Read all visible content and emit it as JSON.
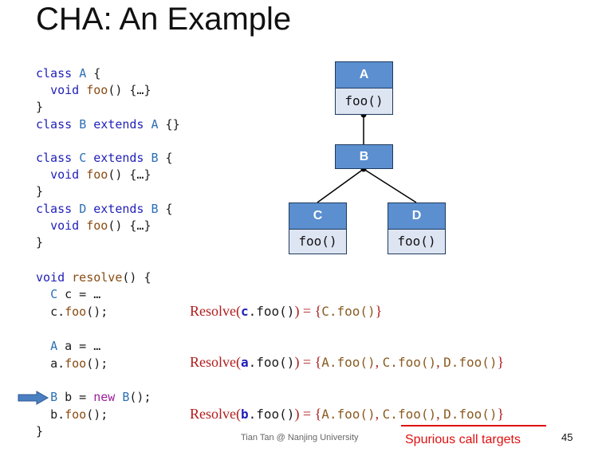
{
  "title": "CHA: An Example",
  "code": {
    "a1": "class",
    "a2": "A",
    "a3": " {",
    "a4": "void",
    "a5": "foo",
    "a6": "() {…}",
    "a7": "}",
    "b1": "class",
    "b2": "B",
    "b3": "extends",
    "b4": "A",
    "b5": " {}",
    "c1": "class",
    "c2": "C",
    "c3": "extends",
    "c4": "B",
    "c5": " {",
    "c6": "void",
    "c7": "foo",
    "c8": "() {…}",
    "c9": "}",
    "d1": "class",
    "d2": "D",
    "d3": "extends",
    "d4": "B",
    "d5": " {",
    "d6": "void",
    "d7": "foo",
    "d8": "() {…}",
    "d9": "}",
    "r1": "void",
    "r2": "resolve",
    "r3": "() {",
    "r4": "C",
    "r5": " c = …",
    "r6": "c.",
    "r7": "foo",
    "r8": "();",
    "r9": "A",
    "r10": " a = …",
    "r11": "a.",
    "r12": "foo",
    "r13": "();",
    "r14": "B",
    "r15": " b = ",
    "r16": "new",
    "r17": " B",
    "r18": "();",
    "r19": "b.",
    "r20": "foo",
    "r21": "();",
    "r22": "}"
  },
  "hierarchy": {
    "A": {
      "name": "A",
      "method": "foo()"
    },
    "B": {
      "name": "B"
    },
    "C": {
      "name": "C",
      "method": "foo()"
    },
    "D": {
      "name": "D",
      "method": "foo()"
    }
  },
  "resolves": {
    "c": {
      "label": "Resolve",
      "open": "(",
      "var": "c",
      "call": ".foo()",
      "close": ") = {",
      "targets": [
        "C.foo()"
      ],
      "end": "}"
    },
    "a": {
      "label": "Resolve",
      "open": "(",
      "var": "a",
      "call": ".foo()",
      "close": ") = {",
      "targets": [
        "A.foo()",
        "C.foo()",
        "D.foo()"
      ],
      "end": "}"
    },
    "b": {
      "label": "Resolve",
      "open": "(",
      "var": "b",
      "call": ".foo()",
      "close": ") = {",
      "targets": [
        "A.foo()",
        "C.foo()",
        "D.foo()"
      ],
      "end": "}"
    }
  },
  "footer": "Tian Tan @ Nanjing University",
  "spurious_label": "Spurious call targets",
  "page_number": "45",
  "colors": {
    "node_head": "#5b8fd0",
    "node_method": "#dde4f2",
    "spurious": "#e01010",
    "arrow": "#4a7fc1"
  }
}
